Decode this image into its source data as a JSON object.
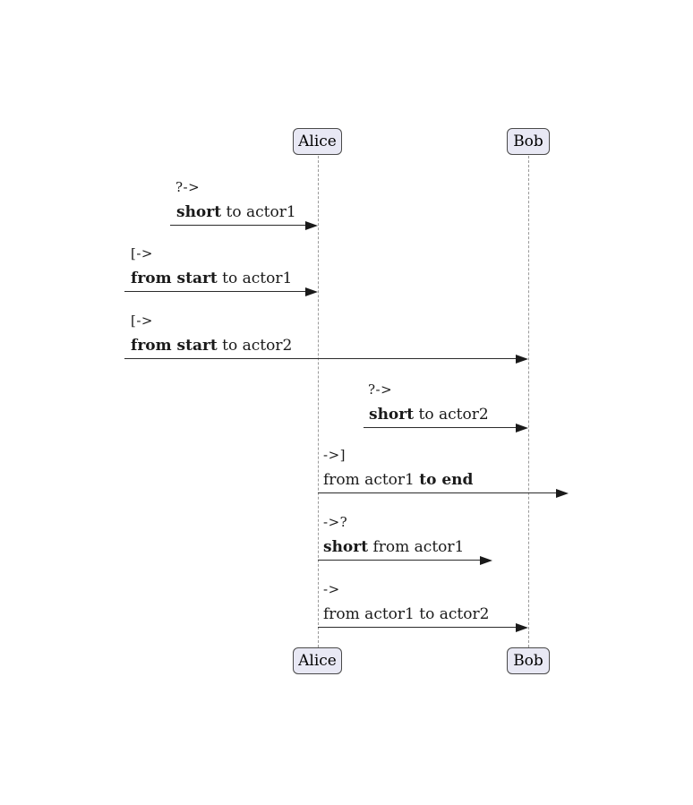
{
  "diagram": {
    "type": "sequence-diagram",
    "background_color": "#ffffff",
    "lifeline_color": "#9a9a9a",
    "arrow_color": "#1a1a1a",
    "actor_box_fill": "#e8e8f4",
    "actor_box_border": "#4a4a4a"
  },
  "actors": [
    {
      "name": "Alice"
    },
    {
      "name": "Bob"
    }
  ],
  "messages": [
    {
      "symbol": "?->",
      "from": "offscreen-short",
      "to": "actor1",
      "parts": [
        {
          "text": "short",
          "bold": true
        },
        {
          "text": " to actor1",
          "bold": false
        }
      ]
    },
    {
      "symbol": "[->",
      "from": "start",
      "to": "actor1",
      "parts": [
        {
          "text": "from start",
          "bold": true
        },
        {
          "text": " to actor1",
          "bold": false
        }
      ]
    },
    {
      "symbol": "[->",
      "from": "start",
      "to": "actor2",
      "parts": [
        {
          "text": "from start",
          "bold": true
        },
        {
          "text": " to actor2",
          "bold": false
        }
      ]
    },
    {
      "symbol": "?->",
      "from": "offscreen-short",
      "to": "actor2",
      "parts": [
        {
          "text": "short",
          "bold": true
        },
        {
          "text": " to actor2",
          "bold": false
        }
      ]
    },
    {
      "symbol": "->]",
      "from": "actor1",
      "to": "end",
      "parts": [
        {
          "text": "from actor1 ",
          "bold": false
        },
        {
          "text": "to end",
          "bold": true
        }
      ]
    },
    {
      "symbol": "->?",
      "from": "actor1",
      "to": "offscreen-short",
      "parts": [
        {
          "text": "short",
          "bold": true
        },
        {
          "text": " from actor1",
          "bold": false
        }
      ]
    },
    {
      "symbol": "->",
      "from": "actor1",
      "to": "actor2",
      "parts": [
        {
          "text": "from actor1 to actor2",
          "bold": false
        }
      ]
    }
  ]
}
